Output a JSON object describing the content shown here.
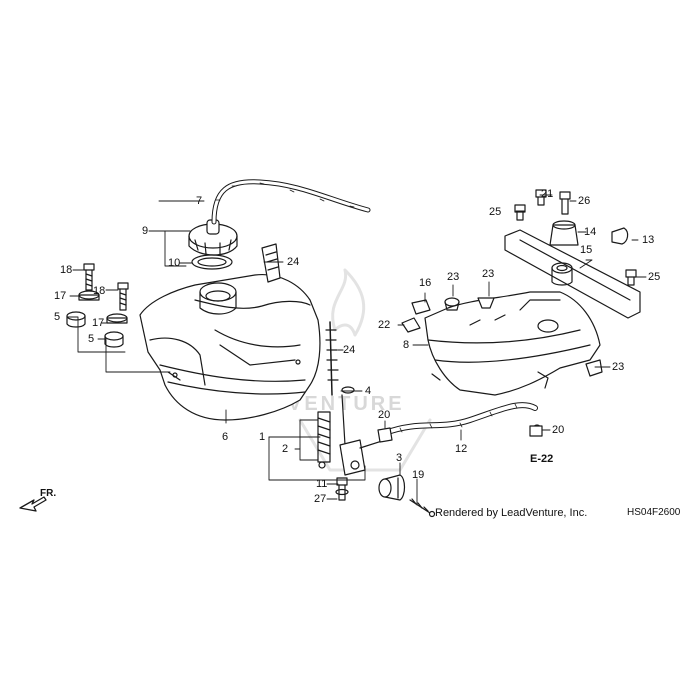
{
  "callouts": {
    "c1": "1",
    "c2": "2",
    "c3": "3",
    "c4": "4",
    "c5a": "5",
    "c5b": "5",
    "c6": "6",
    "c7": "7",
    "c8": "8",
    "c9": "9",
    "c10": "10",
    "c11": "11",
    "c12": "12",
    "c13": "13",
    "c14": "14",
    "c15": "15",
    "c16": "16",
    "c17a": "17",
    "c17b": "17",
    "c18a": "18",
    "c18b": "18",
    "c19": "19",
    "c20a": "20",
    "c20b": "20",
    "c21": "21",
    "c22": "22",
    "c23a": "23",
    "c23b": "23",
    "c23c": "23",
    "c24a": "24",
    "c24b": "24",
    "c25a": "25",
    "c25b": "25",
    "c26": "26",
    "c27": "27"
  },
  "reference": "E-22",
  "direction": "FR.",
  "credit": "Rendered by LeadVenture, Inc.",
  "diagram_code": "HS04F2600",
  "watermark": "VENTURE"
}
